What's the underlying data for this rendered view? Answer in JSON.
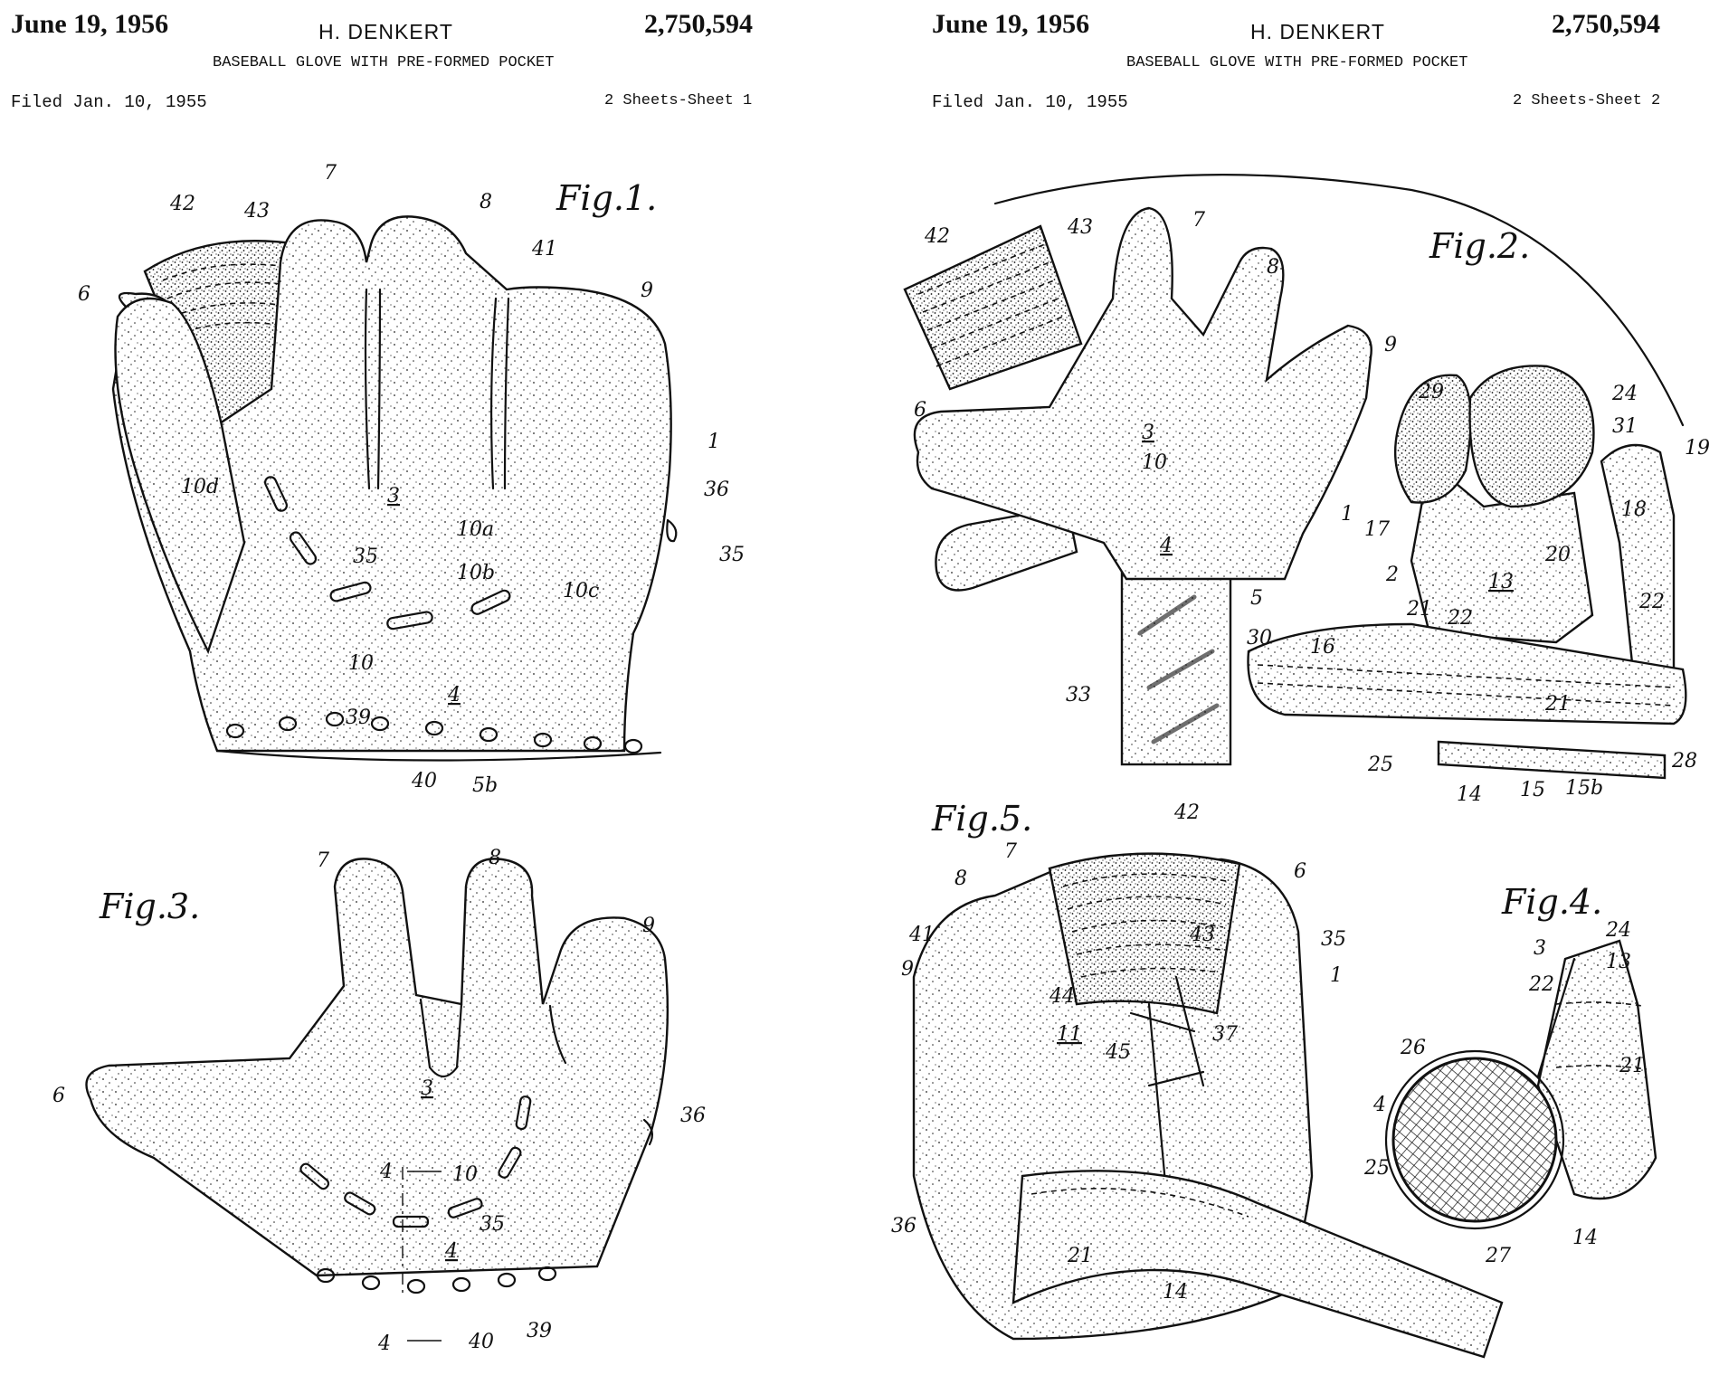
{
  "sheet1": {
    "date": "June 19, 1956",
    "inventor": "H. DENKERT",
    "patent_number": "2,750,594",
    "title": "BASEBALL GLOVE WITH PRE-FORMED POCKET",
    "filed": "Filed Jan. 10, 1955",
    "sheet": "2 Sheets-Sheet 1"
  },
  "sheet2": {
    "date": "June 19, 1956",
    "inventor": "H. DENKERT",
    "patent_number": "2,750,594",
    "title": "BASEBALL GLOVE WITH PRE-FORMED POCKET",
    "filed": "Filed Jan. 10, 1955",
    "sheet": "2 Sheets-Sheet 2"
  },
  "figures": {
    "fig1": {
      "label": "Fig.1.",
      "refs": [
        "42",
        "43",
        "7",
        "8",
        "41",
        "9",
        "6",
        "1",
        "36",
        "35",
        "10d",
        "3",
        "10a",
        "10b",
        "10c",
        "35",
        "10",
        "4",
        "39",
        "40",
        "5b"
      ]
    },
    "fig2": {
      "label": "Fig.2.",
      "refs": [
        "42",
        "43",
        "7",
        "8",
        "9",
        "6",
        "3",
        "10",
        "1",
        "4",
        "5",
        "33",
        "29",
        "24",
        "31",
        "19",
        "17",
        "18",
        "2",
        "20",
        "13",
        "22",
        "21",
        "22",
        "16",
        "30",
        "21",
        "25",
        "14",
        "15",
        "15b",
        "28"
      ]
    },
    "fig3": {
      "label": "Fig.3.",
      "refs": [
        "7",
        "8",
        "9",
        "6",
        "36",
        "3",
        "4",
        "10",
        "35",
        "4",
        "39",
        "40",
        "4"
      ]
    },
    "fig4": {
      "label": "Fig.4.",
      "refs": [
        "3",
        "24",
        "13",
        "22",
        "21",
        "26",
        "4",
        "25",
        "27",
        "14"
      ]
    },
    "fig5": {
      "label": "Fig.5.",
      "refs": [
        "42",
        "7",
        "6",
        "8",
        "41",
        "43",
        "35",
        "9",
        "44",
        "1",
        "11",
        "45",
        "37",
        "36",
        "21",
        "14"
      ]
    }
  }
}
